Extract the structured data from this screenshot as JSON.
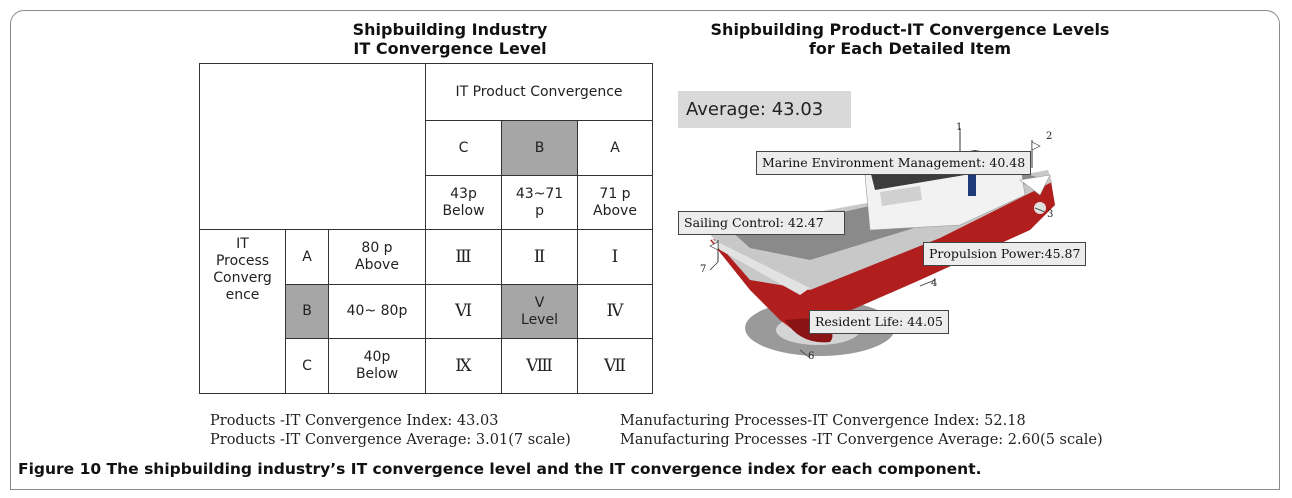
{
  "left_figure": {
    "title_line1": "Shipbuilding Industry",
    "title_line2": "IT Convergence Level",
    "product_header": "IT Product Convergence",
    "product_grades": [
      "C",
      "B",
      "A"
    ],
    "product_ranges": [
      "43p Below",
      "43~71 p",
      "71 p Above"
    ],
    "process_header": "IT Process Converg ence",
    "process_grades": [
      "A",
      "B",
      "C"
    ],
    "process_ranges": [
      "80 p Above",
      "40~ 80p",
      "40p Below"
    ],
    "levels": [
      [
        "Ⅲ",
        "Ⅱ",
        "Ⅰ"
      ],
      [
        "Ⅵ",
        "V",
        "Ⅳ"
      ],
      [
        "Ⅸ",
        "Ⅷ",
        "Ⅶ"
      ]
    ],
    "level_word": "Level",
    "highlight_color": "#a6a6a6"
  },
  "right_figure": {
    "title_line1": "Shipbuilding Product-IT Convergence Levels",
    "title_line2": "for Each Detailed Item",
    "average": "Average: 43.03",
    "labels": {
      "marine": "Marine Environment Management: 40.48",
      "sailing": "Sailing Control: 42.47",
      "propulsion": "Propulsion Power:45.87",
      "resident": "Resident Life: 44.05"
    },
    "markers": [
      "1",
      "2",
      "3",
      "4",
      "6",
      "7"
    ],
    "hull_color": "#b01e1e"
  },
  "indices": {
    "products_index": "Products -IT Convergence Index: 43.03",
    "products_average": "Products -IT Convergence Average: 3.01(7 scale)",
    "process_index": "Manufacturing Processes-IT Convergence Index: 52.18",
    "process_average": "Manufacturing Processes -IT Convergence Average: 2.60(5 scale)"
  },
  "caption": {
    "label": "Figure 10",
    "text": " The shipbuilding industry’s IT convergence level and the IT convergence index for each component."
  }
}
